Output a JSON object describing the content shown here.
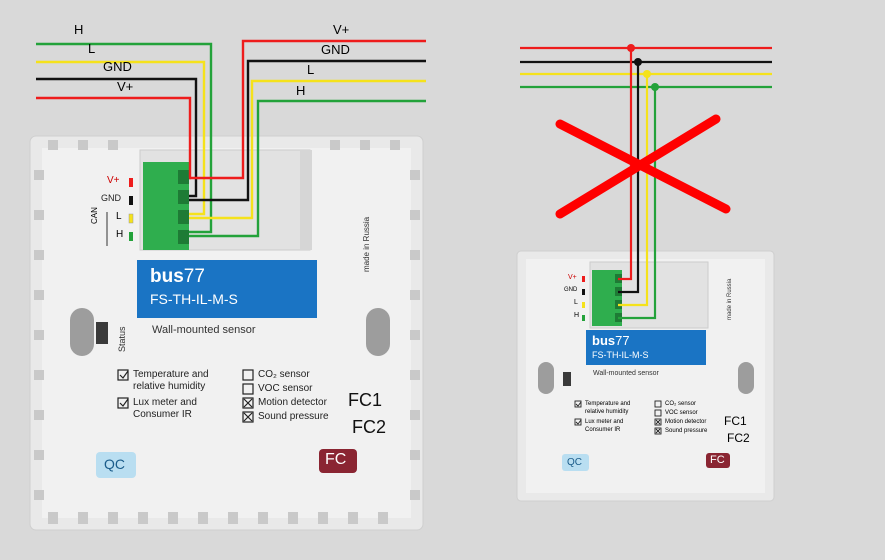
{
  "left_wires": {
    "in_labels": [
      "H",
      "L",
      "GND",
      "V+"
    ],
    "out_labels": [
      "V+",
      "GND",
      "L",
      "H"
    ]
  },
  "device": {
    "brand": "bus",
    "brand_num": "77",
    "model": "FS-TH-IL-M-S",
    "subtitle": "Wall-mounted sensor",
    "made_in": "made in Russia",
    "status_label": "Status",
    "can_label": "CAN",
    "terminals": [
      "V+",
      "GND",
      "L",
      "H"
    ],
    "checked_features": [
      "Temperature and",
      "relative humidity",
      "Lux meter and",
      "Consumer IR"
    ],
    "options": [
      "CO₂ sensor",
      "VOC sensor",
      "Motion detector",
      "Sound pressure"
    ],
    "fc1": "FC1",
    "fc2": "FC2",
    "qc": "QC",
    "fc_stamp": "FC"
  },
  "colors": {
    "red": "#ee1c1c",
    "black": "#111111",
    "yellow": "#f5e21b",
    "green": "#23a23a",
    "brand_blue": "#1a74c4",
    "connector_green": "#2fae4e",
    "cross": "#ff0000"
  },
  "right_status": "wrong-wiring-crossed-out"
}
